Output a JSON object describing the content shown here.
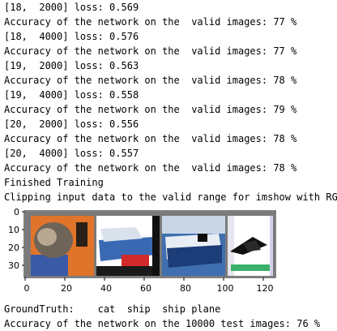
{
  "output_lines": [
    "[18,  2000] loss: 0.569",
    "Accuracy of the network on the  valid images: 77 %",
    "[18,  4000] loss: 0.576",
    "Accuracy of the network on the  valid images: 77 %",
    "[19,  2000] loss: 0.563",
    "Accuracy of the network on the  valid images: 78 %",
    "[19,  4000] loss: 0.558",
    "Accuracy of the network on the  valid images: 79 %",
    "[20,  2000] loss: 0.556",
    "Accuracy of the network on the  valid images: 78 %",
    "[20,  4000] loss: 0.557",
    "Accuracy of the network on the  valid images: 78 %",
    "Finished Training",
    "Clipping input data to the valid range for imshow with RGB"
  ],
  "figure": {
    "y_ticks": [
      "0",
      "10",
      "20",
      "30"
    ],
    "x_ticks": [
      "0",
      "20",
      "40",
      "60",
      "80",
      "100",
      "120"
    ],
    "tiles": [
      {
        "subject": "cat",
        "bg": "#e0742a",
        "fg": "#7a6a5a"
      },
      {
        "subject": "ship",
        "bg": "#ffffff",
        "fg": "#1f3a7a"
      },
      {
        "subject": "ship",
        "bg": "#3f6fb0",
        "fg": "#e8eef4"
      },
      {
        "subject": "plane",
        "bg": "#ffffff",
        "fg": "#101010"
      }
    ],
    "border_color": "#7a7a7a"
  },
  "bottom_lines": [
    "GroundTruth:    cat  ship  ship plane",
    "Accuracy of the network on the 10000 test images: 76 %"
  ]
}
